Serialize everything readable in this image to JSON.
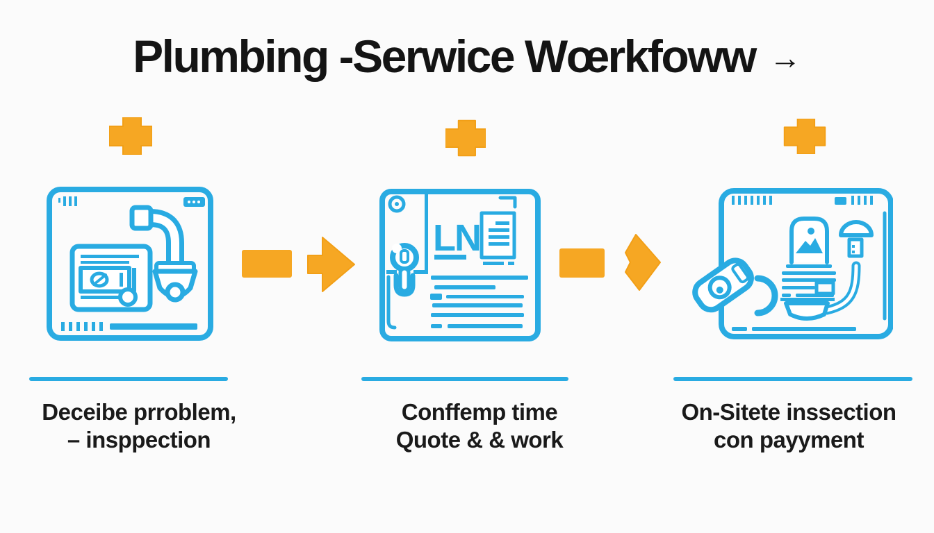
{
  "page": {
    "title": "Plumbing -Serwice Wœrkfoww",
    "title_arrow": "→"
  },
  "colors": {
    "line_art_blue": "#29abe2",
    "accent_orange": "#f6a723",
    "text_dark": "#141414",
    "background": "#fbfbfb"
  },
  "steps": [
    {
      "icon_name": "pipe-faucet-and-invoice-illustration",
      "caption": {
        "line1": "Deceibe prroblem,",
        "line2": "– insppection"
      }
    },
    {
      "icon_name": "wrench-sink-and-quote-illustration",
      "label": "LN",
      "caption": {
        "line1": "Conffemp time",
        "line2": "Quote & & work"
      }
    },
    {
      "icon_name": "camera-inspection-and-payment-illustration",
      "caption": {
        "line1": "On-Sitete inssection",
        "line2": "con payyment"
      }
    }
  ]
}
